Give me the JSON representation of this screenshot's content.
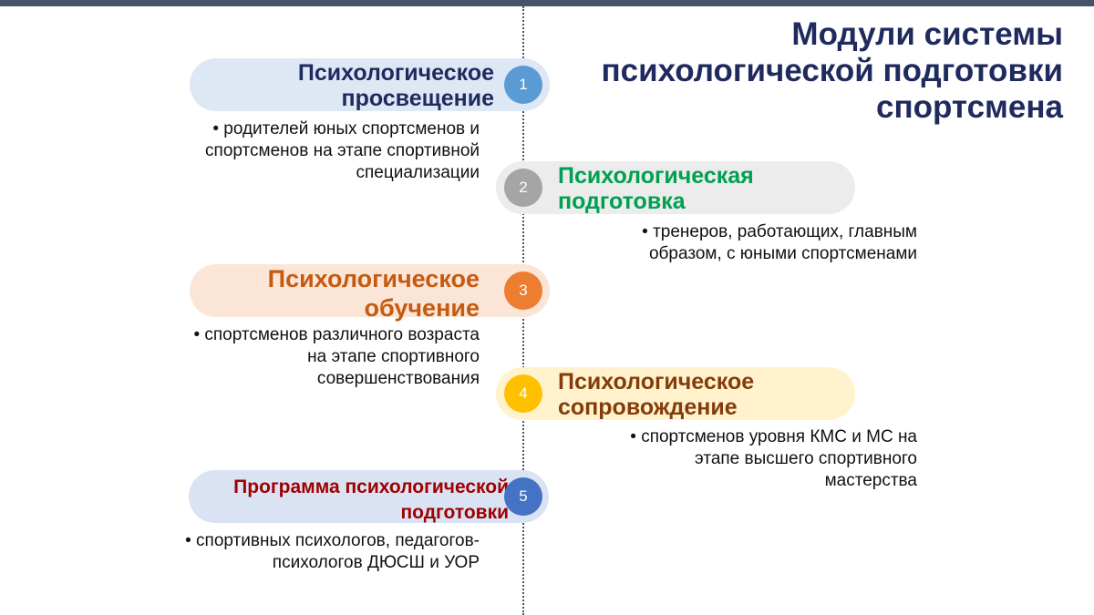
{
  "title": "Модули системы психологической подготовки спортсмена",
  "modules": [
    {
      "number": "1",
      "title": "Психологическое просвещение",
      "line1": "Психологическое",
      "line2": "просвещение",
      "desc1": "•  родителей юных спортсменов и",
      "desc2": "спортсменов на этапе спортивной",
      "desc3": "специализации",
      "color": "#1f2a5e",
      "circle": "#5b9bd5",
      "pill": "#dde8f4"
    },
    {
      "number": "2",
      "title": "Психологическая подготовка",
      "line1": "Психологическая",
      "line2": "подготовка",
      "desc1": "•  тренеров, работающих, главным",
      "desc2": "образом, с юными спортсменами",
      "color": "#00a050",
      "circle": "#a5a5a5",
      "pill": "#ececec"
    },
    {
      "number": "3",
      "title": "Психологическое обучение",
      "line1": "Психологическое",
      "line2": "обучение",
      "desc1": "•  спортсменов различного возраста",
      "desc2": "на этапе спортивного",
      "desc3": "совершенствования",
      "color": "#c55a11",
      "circle": "#ed7d31",
      "pill": "#fbe5d6"
    },
    {
      "number": "4",
      "title": "Психологическое сопровождение",
      "line1": "Психологическое",
      "line2": "сопровождение",
      "desc1": "•  спортсменов уровня КМС и МС на",
      "desc2": "этапе высшего спортивного",
      "desc3": "мастерства",
      "color": "#843c0c",
      "circle": "#ffc000",
      "pill": "#fff2cc"
    },
    {
      "number": "5",
      "title": "Программа психологической подготовки",
      "line1": "Программа психологической",
      "line2": "подготовки",
      "desc1": "•  спортивных психологов, педагогов-",
      "desc2": "психологов ДЮСШ и УОР",
      "color": "#a00000",
      "circle": "#4472c4",
      "pill": "#dae3f3"
    }
  ]
}
